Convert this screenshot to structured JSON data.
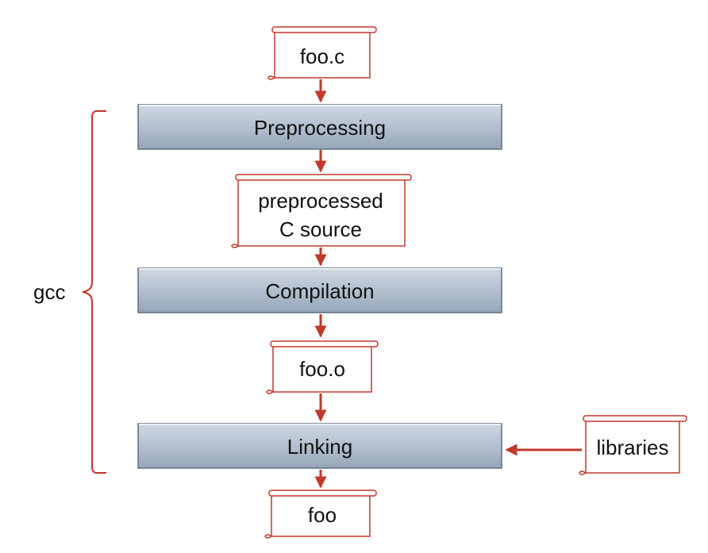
{
  "diagram": {
    "input_file": "foo.c",
    "stages": {
      "preprocessing": "Preprocessing",
      "compilation": "Compilation",
      "linking": "Linking"
    },
    "intermediate_files": {
      "preprocessed_line1": "preprocessed",
      "preprocessed_line2": "C source",
      "object_file": "foo.o"
    },
    "output_file": "foo",
    "external_input": "libraries",
    "bracket_label": "gcc"
  },
  "colors": {
    "arrow": "#c0392b",
    "stage_fill_top": "#c9d3df",
    "stage_fill_bottom": "#98a8ba",
    "stage_border": "#5f6f80",
    "scroll_border": "#c0392b"
  }
}
